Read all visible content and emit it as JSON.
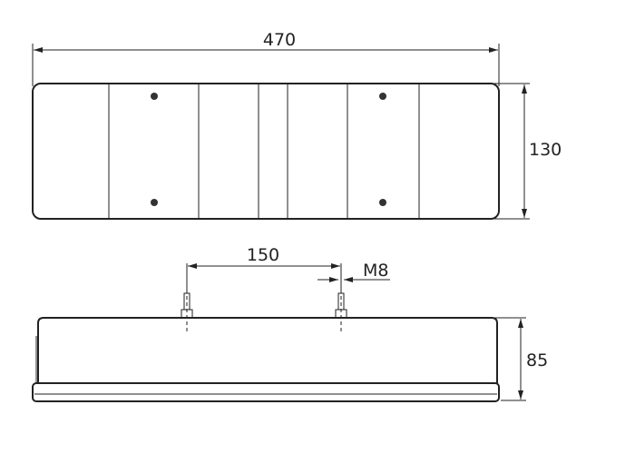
{
  "drawing": {
    "top_view": {
      "width_dimension": "470",
      "height_dimension": "130"
    },
    "side_view": {
      "bolt_spacing_dimension": "150",
      "thread_size": "M8",
      "depth_dimension": "85"
    },
    "line_color": "#222222"
  }
}
